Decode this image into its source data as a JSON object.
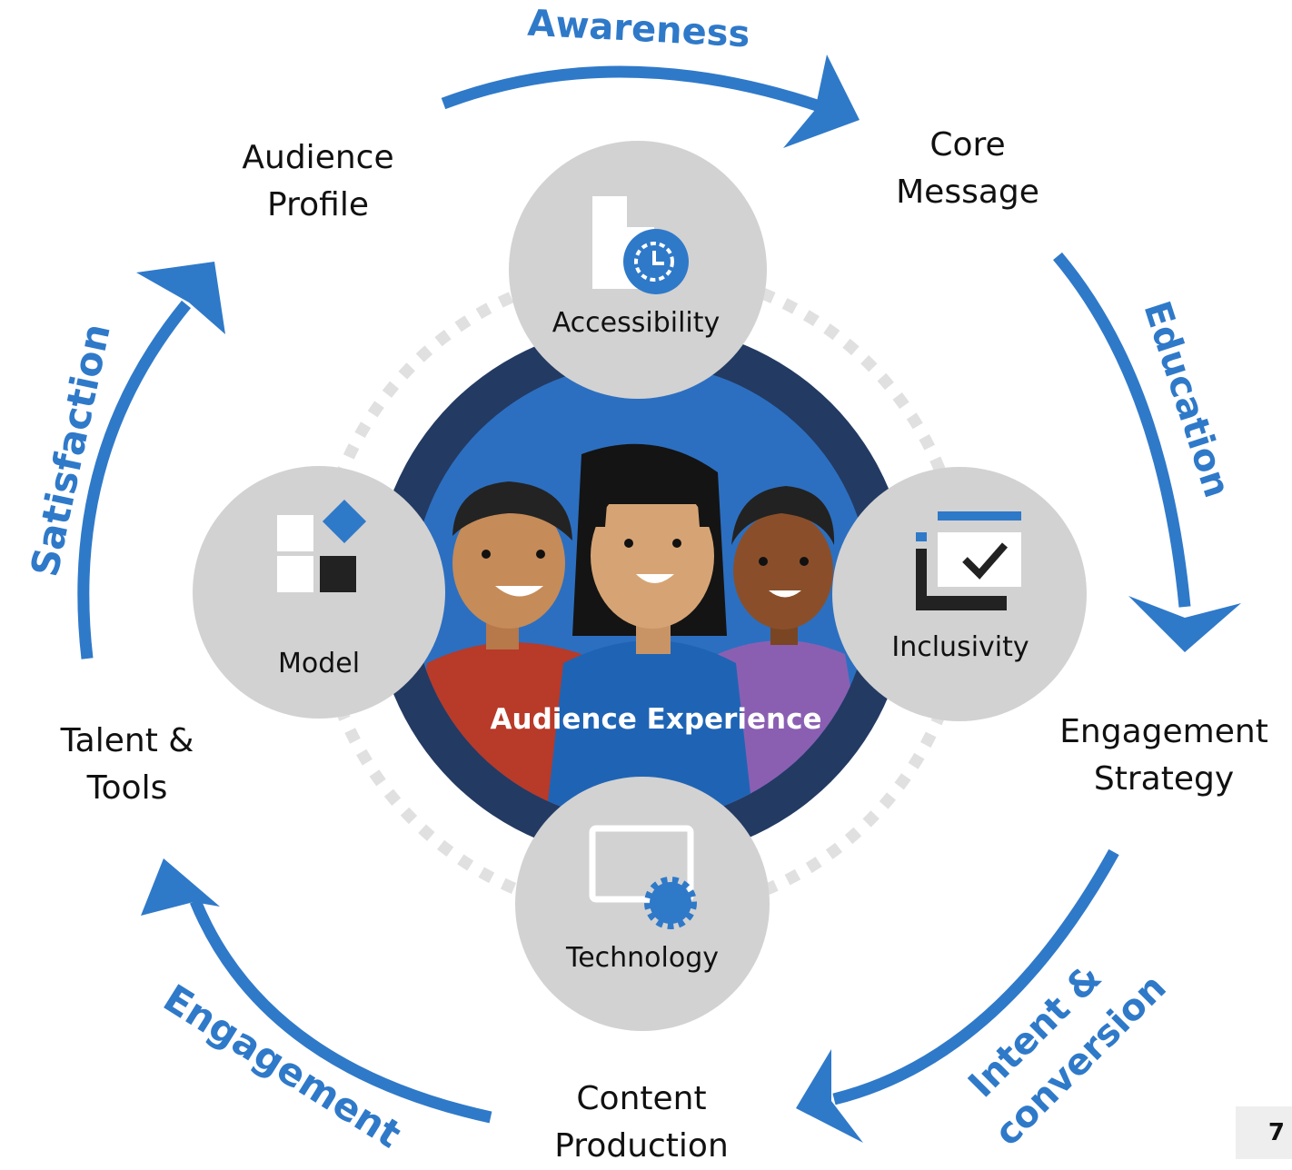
{
  "diagram": {
    "cycle_nodes": {
      "audience_profile": [
        "Audience",
        "Profile"
      ],
      "core_message": [
        "Core",
        "Message"
      ],
      "engagement_strategy": [
        "Engagement",
        "Strategy"
      ],
      "content_production": [
        "Content",
        "Production"
      ],
      "talent_tools": [
        "Talent &",
        "Tools"
      ]
    },
    "cycle_stages": {
      "awareness": "Awareness",
      "education": "Education",
      "intent_conversion": [
        "Intent &",
        "conversion"
      ],
      "engagement": "Engagement",
      "satisfaction": "Satisfaction"
    },
    "pillars": {
      "accessibility": "Accessibility",
      "inclusivity": "Inclusivity",
      "technology": "Technology",
      "model": "Model"
    },
    "center_label": "Audience Experience",
    "icons": {
      "accessibility": "clock-refresh-icon",
      "inclusivity": "checkbox-window-icon",
      "technology": "screen-gear-icon",
      "model": "blocks-diamond-icon",
      "center": "three-people-illustration"
    },
    "colors": {
      "accent_blue": "#2f79c9",
      "navy_ring": "#233a63",
      "inner_blue": "#2c6fc0",
      "pillar_gray": "#d2d2d2",
      "dot_ring": "#e0e0e0"
    }
  },
  "page_number": "7"
}
